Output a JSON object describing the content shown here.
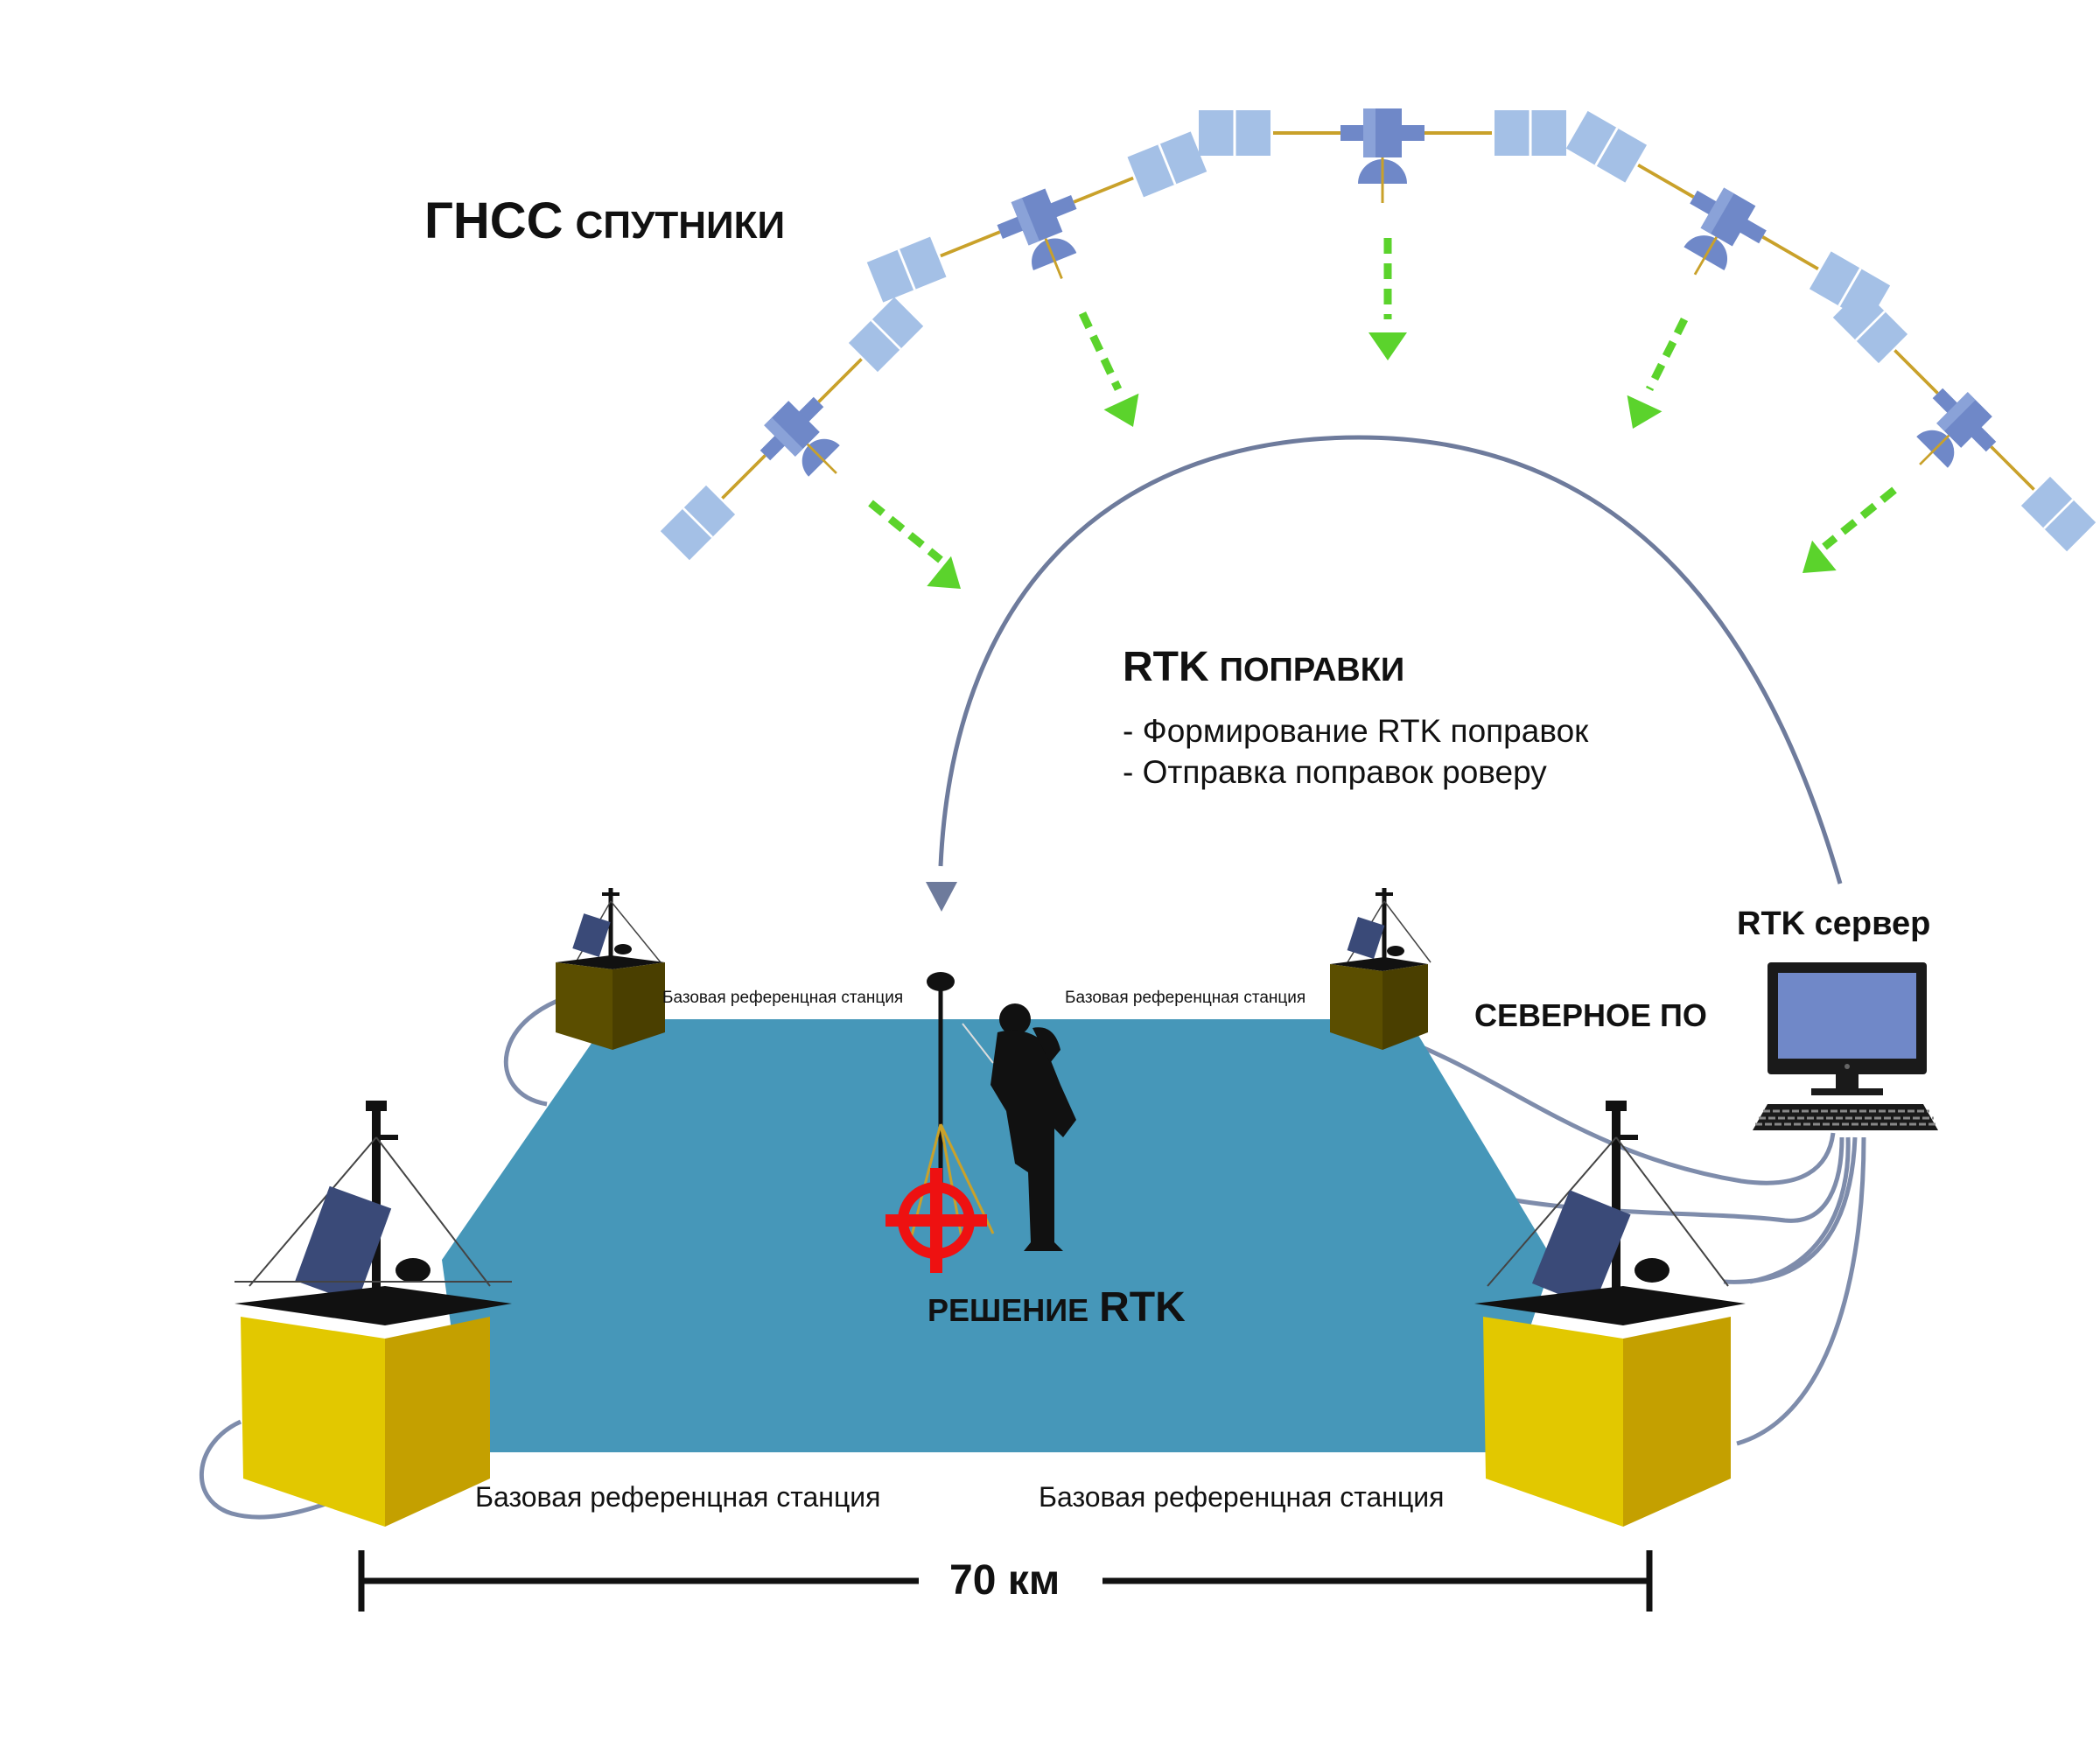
{
  "labels": {
    "gnss_main": "ГНСС",
    "gnss_sub": "СПУТНИКИ",
    "rtk_main": "RTK",
    "rtk_sub": "ПОПРАВКИ",
    "rtk_item_1": "- Формирование RTK поправок",
    "rtk_item_2": "- Отправка поправок роверу",
    "server": "RTK сервер",
    "software": "СЕВЕРНОЕ ПО",
    "solution_sub": "РЕШЕНИЕ",
    "solution_main": "RTK",
    "station_back_left": "Базовая референцная станция",
    "station_back_right": "Базовая референцная станция",
    "station_front_left": "Базовая референцная станция",
    "station_front_right": "Базовая референцная станция",
    "distance": "70 км"
  },
  "colors": {
    "field": "#4697b9",
    "station_yellow": "#e2c800",
    "station_yellow_side": "#c4a000",
    "station_dark": "#5b4e00",
    "satellite_panel": "#a4c0e6",
    "satellite_body": "#6f88c8",
    "signal_arrow": "#5bd32c",
    "cable": "#7e8cab",
    "arc": "#6e7b9c",
    "crosshair": "#ee1111",
    "monitor_screen": "#7088c8"
  }
}
